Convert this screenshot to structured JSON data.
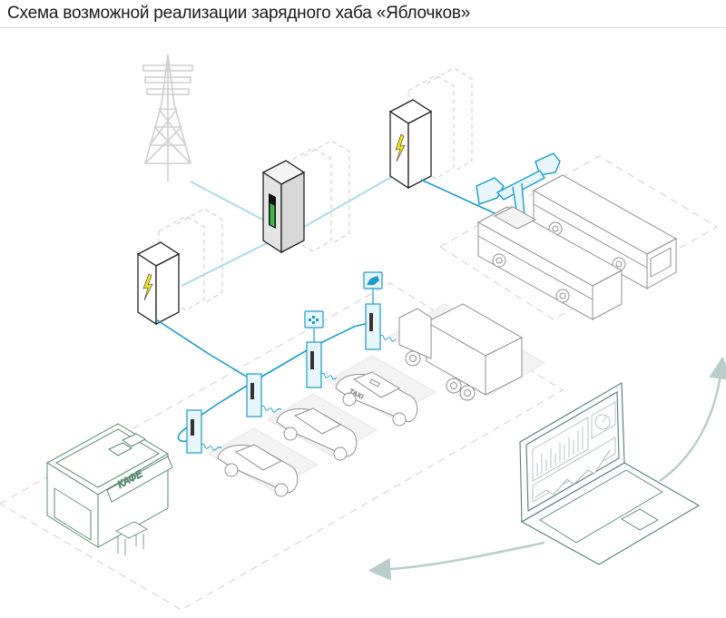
{
  "header": {
    "title": "Схема возможной реализации зарядного хаба «Яблочков»"
  },
  "diagram": {
    "nodes": [
      {
        "id": "power-tower",
        "kind": "transmission-tower",
        "icon": "power-pylon-icon"
      },
      {
        "id": "battery-storage",
        "kind": "energy-storage-cabinet",
        "icon": "battery-icon",
        "charge_level": 0.72
      },
      {
        "id": "bus-power-cabinet",
        "kind": "power-cabinet",
        "icon": "lightning-bolt-icon"
      },
      {
        "id": "car-power-cabinet",
        "kind": "power-cabinet",
        "icon": "lightning-bolt-icon"
      },
      {
        "id": "bus-pantograph",
        "kind": "pantograph-charger"
      },
      {
        "id": "buses",
        "kind": "electric-bus",
        "count": 2
      },
      {
        "id": "car-chargers",
        "kind": "charging-post",
        "count": 4
      },
      {
        "id": "truck",
        "kind": "electric-truck"
      },
      {
        "id": "taxi",
        "kind": "taxi-car",
        "label": "TAXI"
      },
      {
        "id": "cars",
        "kind": "passenger-car",
        "count": 2
      },
      {
        "id": "cafe",
        "kind": "cafe-building",
        "label": "КАФЕ"
      },
      {
        "id": "laptop",
        "kind": "monitoring-laptop"
      }
    ],
    "signs": [
      {
        "id": "taxi-sign",
        "icon": "taxi-checker-icon"
      },
      {
        "id": "truck-sign",
        "icon": "truck-icon"
      }
    ],
    "colors": {
      "accent_blue": "#1a9bc9",
      "light_blue": "#a9dbe8",
      "battery_green": "#3bb54a",
      "bolt_yellow": "#f5e21b",
      "cafe_green": "#5a8a6e",
      "laptop_teal": "#4f7f78",
      "outline_gray": "#8f8f8f",
      "dashed_gray": "#c8c8c8",
      "tower_gray": "#cfcfcf",
      "arrow_gray": "#b9cdcb"
    }
  }
}
